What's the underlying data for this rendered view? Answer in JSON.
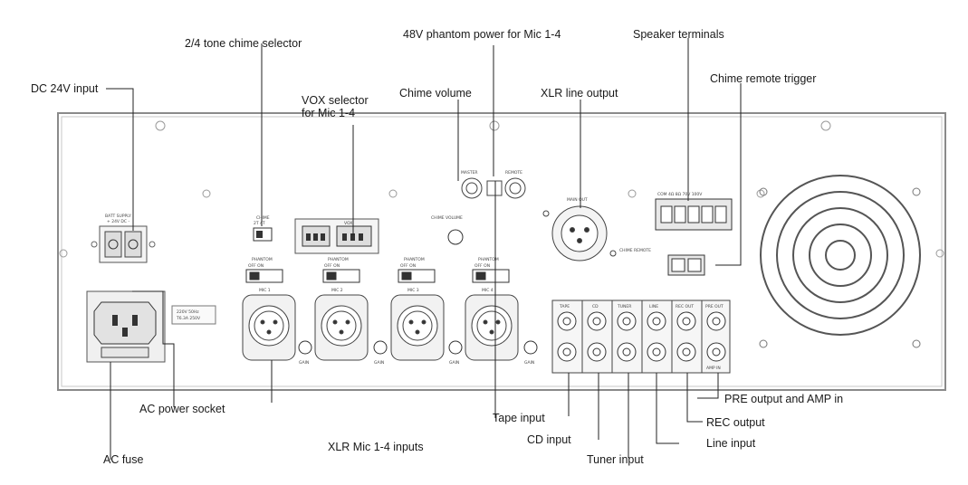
{
  "callouts": {
    "dc_input": "DC 24V input",
    "tone_chime": "2/4 tone chime selector",
    "phantom": "48V phantom power for Mic 1-4",
    "speaker_terminals": "Speaker terminals",
    "vox_line1": "VOX selector",
    "vox_line2": "for Mic 1-4",
    "chime_volume": "Chime volume",
    "xlr_line_output": "XLR line output",
    "chime_remote": "Chime remote trigger",
    "ac_socket": "AC power socket",
    "ac_fuse": "AC fuse",
    "xlr_mic_inputs": "XLR Mic 1-4 inputs",
    "tape_input": "Tape input",
    "cd_input": "CD input",
    "tuner_input": "Tuner input",
    "line_input": "Line input",
    "rec_output": "REC output",
    "pre_output": "PRE output and AMP in"
  },
  "panel_labels": {
    "dc_supply": "BATT SUPPLY",
    "dc_supply_sub": "+ 24V DC -",
    "ac_rating": "220V 50Hz",
    "ac_rating2": "T6.3A 250V",
    "chime": "CHIME",
    "chime_opts": "2T   4T",
    "vox": "VOX",
    "phantom": "PHANTOM",
    "off_on": "OFF    ON",
    "mic": [
      "MIC 1",
      "MIC 2",
      "MIC 3",
      "MIC 4"
    ],
    "gain": "GAIN",
    "chime_volume": "CHIME VOLUME",
    "master": "MASTER",
    "remote": "REMOTE",
    "xlr_out": "MAIN OUT",
    "chime_remote": "CHIME REMOTE",
    "rca": [
      "TAPE",
      "CD",
      "TUNER",
      "LINE",
      "REC OUT",
      "PRE OUT"
    ],
    "amp_in": "AMP IN",
    "speaker_signs": [
      "COM",
      "4Ω",
      "8Ω",
      "70V",
      "100V"
    ]
  }
}
